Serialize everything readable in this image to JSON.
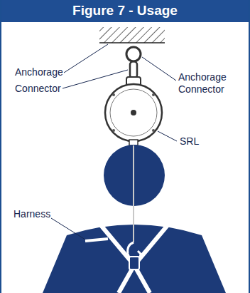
{
  "diagram": {
    "title": "Figure 7 - Usage",
    "labels": [
      "Anchorage",
      "Connector",
      "Anchorage Connector",
      "SRL",
      "Harness"
    ]
  }
}
